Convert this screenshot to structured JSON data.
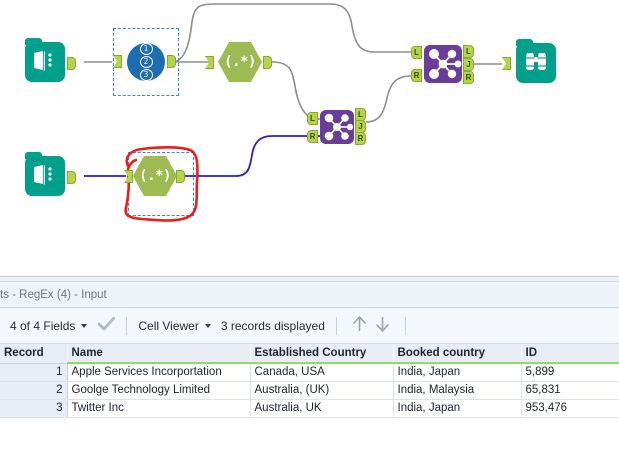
{
  "canvas": {
    "nodes": [
      {
        "id": "input-1",
        "type": "input-data-icon",
        "label": ""
      },
      {
        "id": "record-id",
        "type": "record-id-icon",
        "label": "",
        "digits": [
          "1",
          "2",
          "3"
        ],
        "selected": true
      },
      {
        "id": "regex-1",
        "type": "regex-icon",
        "label": "(.*)"
      },
      {
        "id": "input-2",
        "type": "input-data-icon",
        "label": ""
      },
      {
        "id": "regex-2",
        "type": "regex-icon",
        "label": "(.*)",
        "selected": true,
        "annotated": true
      },
      {
        "id": "join-1",
        "type": "join-icon",
        "ports": [
          "L",
          "J",
          "R"
        ]
      },
      {
        "id": "join-2",
        "type": "join-icon",
        "ports": [
          "L",
          "J",
          "R"
        ]
      },
      {
        "id": "browse-1",
        "type": "browse-icon",
        "label": ""
      }
    ],
    "annotation_color": "#e8201b",
    "selection_color": "#2f8ae0",
    "wire_default_color": "#777777",
    "wire_highlight_color": "#2a1fd0"
  },
  "results": {
    "title": "ts - RegEx (4) - Input",
    "toolbar": {
      "fields_label": "4 of 4 Fields",
      "check_icon": "checkmark-icon",
      "viewer_label": "Cell Viewer",
      "records_label": "3 records displayed",
      "prev_icon": "arrow-up-icon",
      "next_icon": "arrow-down-icon"
    },
    "table": {
      "columns": [
        "Record",
        "Name",
        "Established Country",
        "Booked country",
        "ID"
      ],
      "rows": [
        {
          "record": "1",
          "name": "Apple Services Incorportation",
          "established": "Canada, USA",
          "booked": "India, Japan",
          "id": "5,899"
        },
        {
          "record": "2",
          "name": "Goolge Technology Limited",
          "established": "Australia, (UK)",
          "booked": "India, Malaysia",
          "id": "65,831"
        },
        {
          "record": "3",
          "name": "Twitter Inc",
          "established": "Australia, UK",
          "booked": "India, Japan",
          "id": "953,476"
        }
      ]
    }
  },
  "colors": {
    "teal": "#00a08a",
    "blue_node": "#1f6cb0",
    "green_hex": "#9dba53",
    "purple": "#6a3d9a",
    "nub_green": "#b5d44a",
    "header_green_underline": "#8ede5c"
  }
}
